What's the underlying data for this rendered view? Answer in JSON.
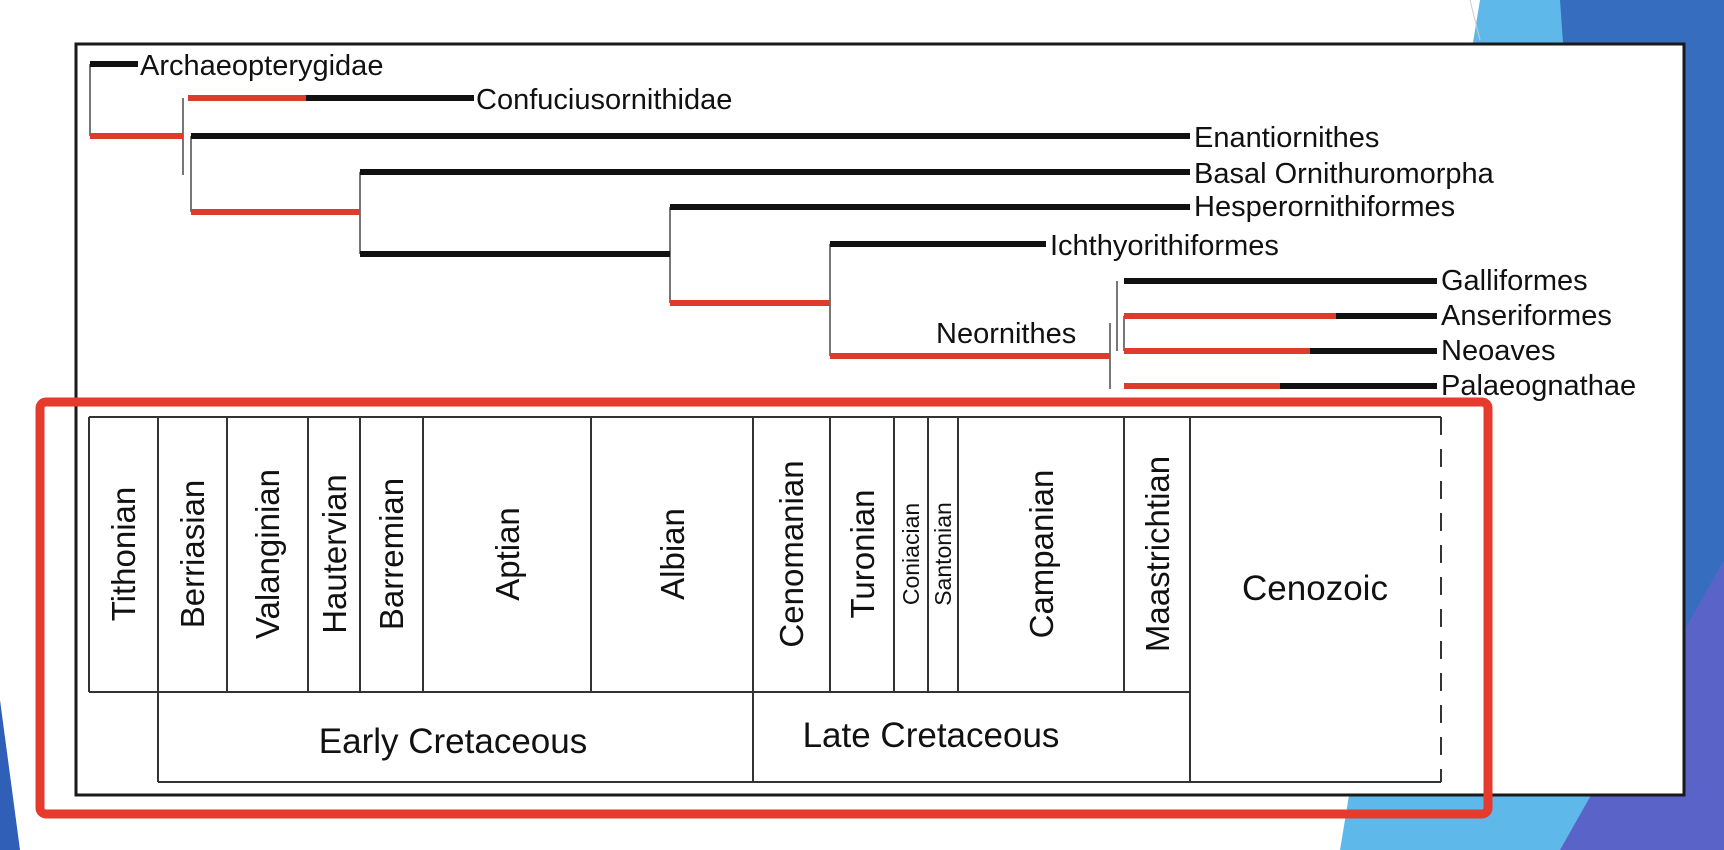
{
  "colors": {
    "branch": "#111111",
    "highlight": "#dd3b2c",
    "frame": "#1a1a1a",
    "selection_box": "#e63a2c",
    "slide_accent_light": "#5fb8ea",
    "slide_accent_dark": "#2f5fb6",
    "slide_accent_purple": "#5a63c8"
  },
  "tree": {
    "taxa": [
      "Archaeopterygidae",
      "Confuciusornithidae",
      "Enantiornithes",
      "Basal Ornithuromorpha",
      "Hesperornithiformes",
      "Ichthyorithiformes",
      "Galliformes",
      "Anseriformes",
      "Neoaves",
      "Palaeognathae"
    ],
    "clade_label": "Neornithes"
  },
  "timescale": {
    "stages": [
      "Tithonian",
      "Berriasian",
      "Valanginian",
      "Hautervian",
      "Barremian",
      "Aptian",
      "Albian",
      "Cenomanian",
      "Turonian",
      "Coniacian",
      "Santonian",
      "Campanian",
      "Maastrichtian"
    ],
    "cenozoic": "Cenozoic",
    "epochs": [
      "Early Cretaceous",
      "Late Cretaceous"
    ]
  }
}
